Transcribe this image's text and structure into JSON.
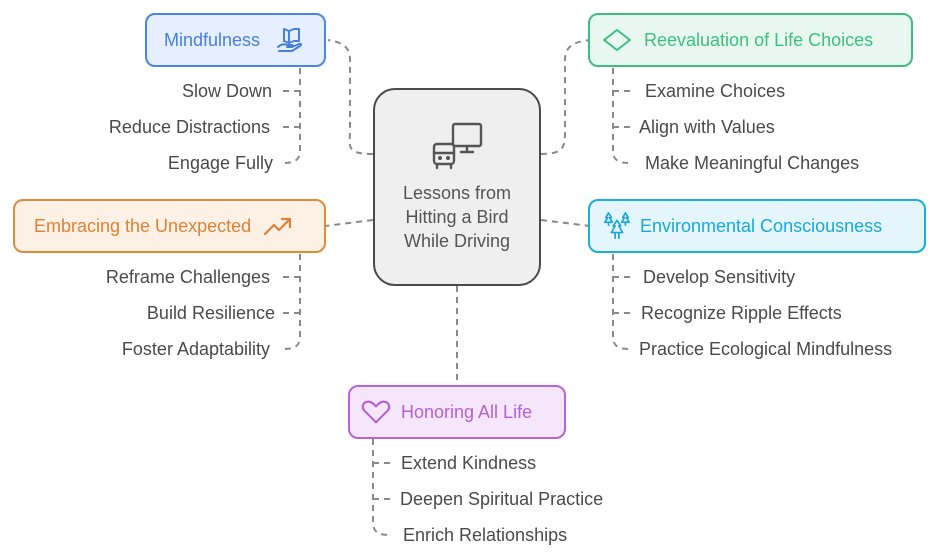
{
  "center": {
    "title": "Lessons from Hitting a Bird While Driving",
    "icon": "bus-monitor-icon",
    "color": "#4a4a4a",
    "fill": "#efefef"
  },
  "branches": [
    {
      "id": "mindfulness",
      "label": "Mindfulness",
      "icon": "book-in-hand-icon",
      "border": "#4a86e0",
      "fill": "#e6efff",
      "text": "#4a7fd8",
      "items": [
        "Slow Down",
        "Reduce Distractions",
        "Engage Fully"
      ]
    },
    {
      "id": "reevaluation",
      "label": "Reevaluation of Life Choices",
      "icon": "diamond-icon",
      "border": "#3cbf80",
      "fill": "#e8f8f0",
      "text": "#3cbf80",
      "items": [
        "Examine Choices",
        "Align with Values",
        "Make Meaningful Changes"
      ]
    },
    {
      "id": "unexpected",
      "label": "Embracing the Unexpected",
      "icon": "trending-up-icon",
      "border": "#e08a3c",
      "fill": "#fdf0e4",
      "text": "#dc8236",
      "items": [
        "Reframe Challenges",
        "Build Resilience",
        "Foster Adaptability"
      ]
    },
    {
      "id": "environment",
      "label": "Environmental Consciousness",
      "icon": "trees-icon",
      "border": "#1aafdc",
      "fill": "#e4f6fc",
      "text": "#1aa8d6",
      "items": [
        "Develop Sensitivity",
        "Recognize Ripple Effects",
        "Practice Ecological Mindfulness"
      ]
    },
    {
      "id": "honoring",
      "label": "Honoring All Life",
      "icon": "heart-icon",
      "border": "#b964dc",
      "fill": "#f6e6fc",
      "text": "#b160d6",
      "items": [
        "Extend Kindness",
        "Deepen Spiritual Practice",
        "Enrich Relationships"
      ]
    }
  ]
}
